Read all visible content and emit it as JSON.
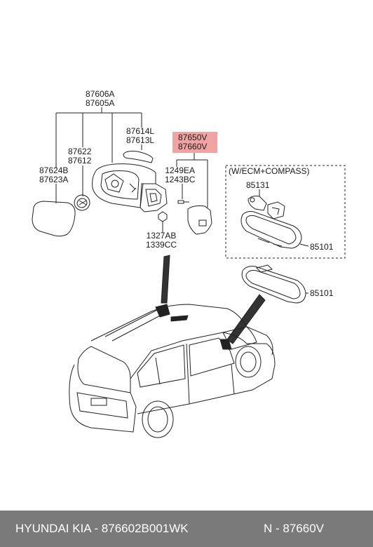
{
  "labels": {
    "mirror_assy": [
      "87606A",
      "87605A"
    ],
    "cover": [
      "87614L",
      "87613L"
    ],
    "actuator": [
      "87622",
      "87612"
    ],
    "glass": [
      "87624B",
      "87623A"
    ],
    "inside_cover": [
      "87650V",
      "87660V"
    ],
    "screw": [
      "1249EA",
      "1243BC"
    ],
    "nut": [
      "1327AB",
      "1339CC"
    ],
    "option_box": "(W/ECM+COMPASS)",
    "sensor": "85131",
    "room_mirror_ecm": "85101",
    "room_mirror": "85101"
  },
  "highlight_color": "#f0a3a3",
  "footer": {
    "brand": "HYUNDAI  KIA - 876602B001WK",
    "part_number": "N - 87660V"
  }
}
